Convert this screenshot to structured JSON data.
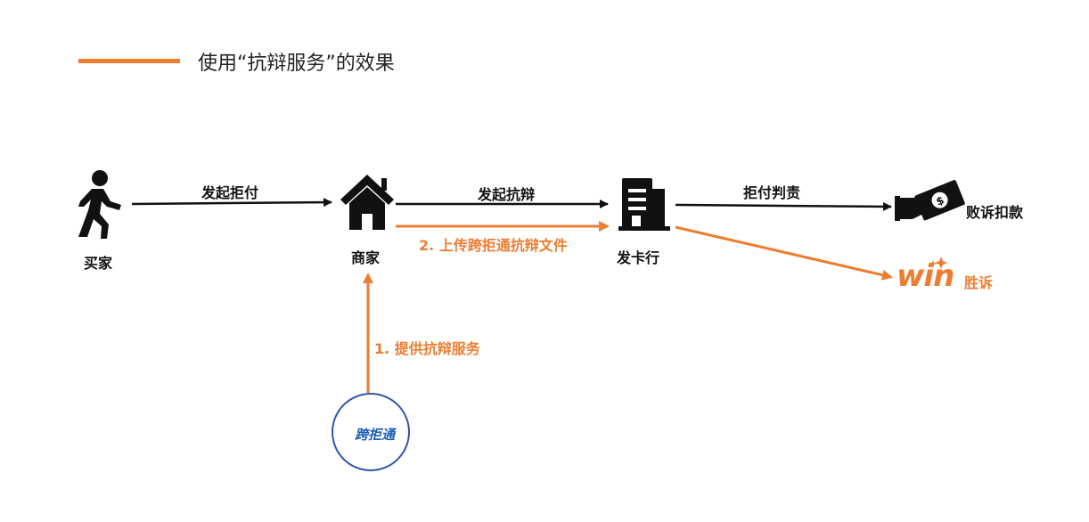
{
  "legend": {
    "text": "使用“抗辩服务”的效果",
    "line_color": "#ED7D31"
  },
  "nodes": {
    "buyer": "买家",
    "merchant": "商家",
    "issuer": "发卡行",
    "loss": "败诉扣款",
    "win_word": "win",
    "win_label": "胜诉",
    "provider_logo": "跨拒通"
  },
  "edges": {
    "buyer_to_merchant": "发起拒付",
    "merchant_to_issuer": "发起抗辩",
    "merchant_to_issuer_upload": "2. 上传跨拒通抗辩文件",
    "issuer_to_loss": "拒付判责",
    "provider_to_merchant": "1. 提供抗辩服务"
  },
  "colors": {
    "accent": "#ED7D31",
    "ink": "#111111",
    "logo_blue": "#2F55A6"
  },
  "icons": [
    "walking-person-icon",
    "house-icon",
    "bank-building-icon",
    "money-hand-icon",
    "win-logo-icon",
    "kuajutong-logo-icon"
  ]
}
